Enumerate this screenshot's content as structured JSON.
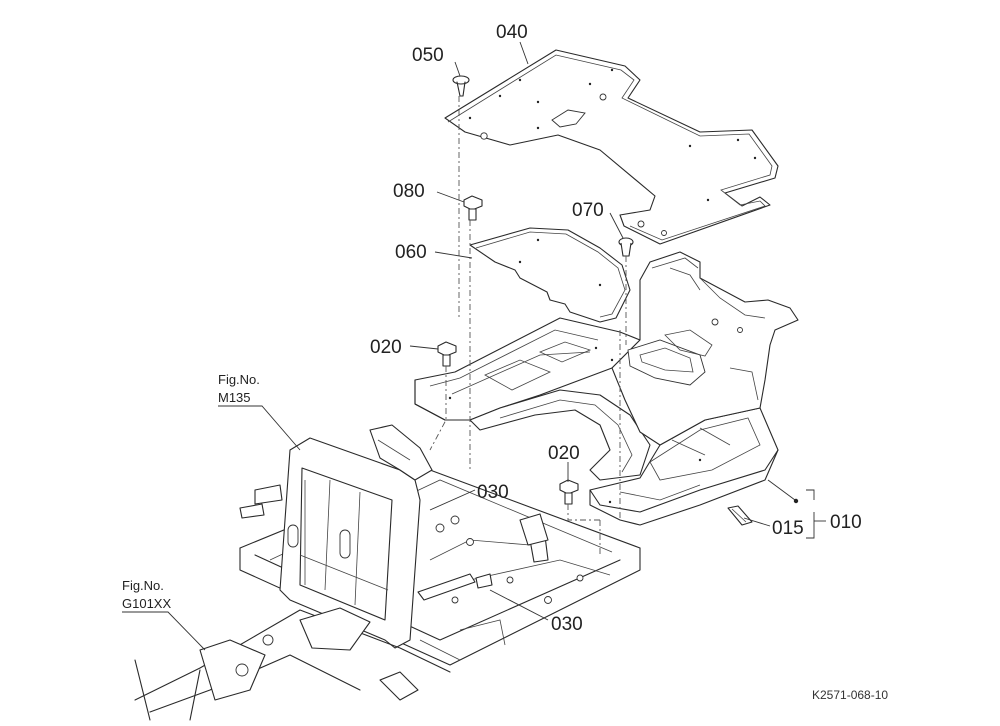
{
  "labels": {
    "p040": "040",
    "p050": "050",
    "p080": "080",
    "p070": "070",
    "p060": "060",
    "p020a": "020",
    "p020b": "020",
    "p030a": "030",
    "p030b": "030",
    "p015": "015",
    "p010": "010"
  },
  "references": {
    "fig_m135_line1": "Fig.No.",
    "fig_m135_line2": "M135",
    "fig_g101_line1": "Fig.No.",
    "fig_g101_line2": "G101XX"
  },
  "drawing_code": "K2571-068-10"
}
